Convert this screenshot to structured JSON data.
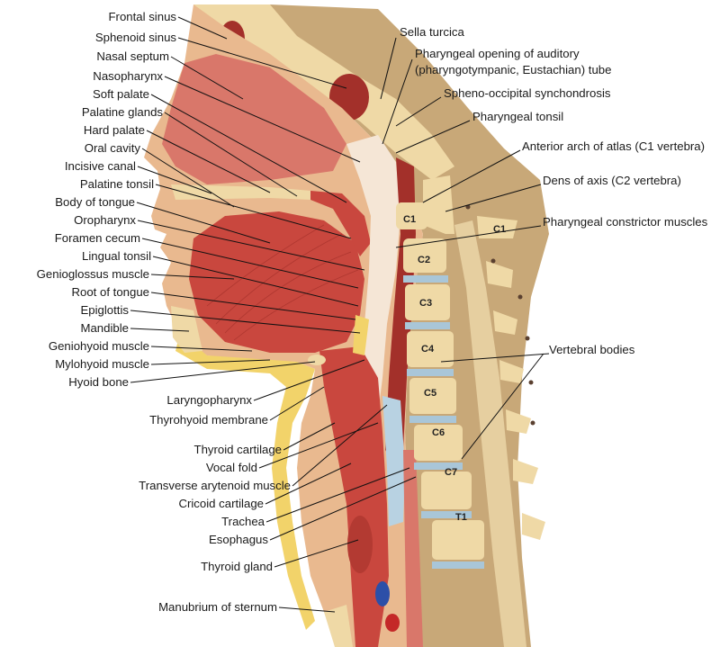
{
  "labels_left": [
    "Frontal sinus",
    "Sphenoid sinus",
    "Nasal septum",
    "Nasopharynx",
    "Soft palate",
    "Palatine glands",
    "Hard palate",
    "Oral cavity",
    "Incisive canal",
    "Palatine tonsil",
    "Body of tongue",
    "Oropharynx",
    "Foramen cecum",
    "Lingual tonsil",
    "Genioglossus muscle",
    "Root of tongue",
    "Epiglottis",
    "Mandible",
    "Geniohyoid muscle",
    "Mylohyoid muscle",
    "Hyoid bone"
  ],
  "labels_lower": [
    "Laryngopharynx",
    "Thyrohyoid membrane",
    "Thyroid cartilage",
    "Vocal fold",
    "Transverse arytenoid muscle",
    "Cricoid cartilage",
    "Trachea",
    "Esophagus",
    "Thyroid gland",
    "Manubrium of sternum"
  ],
  "labels_right": [
    "Sella turcica",
    "Pharyngeal opening of auditory",
    "(pharyngotympanic, Eustachian) tube",
    "Spheno-occipital synchondrosis",
    "Pharyngeal tonsil",
    "Anterior arch of atlas (C1 vertebra)",
    "Dens of axis (C2 vertebra)",
    "Pharyngeal constrictor muscles",
    "Vertebral bodies"
  ],
  "vertebra_labels": [
    "C1",
    "C1",
    "C2",
    "C3",
    "C4",
    "C5",
    "C6",
    "C7",
    "T1"
  ],
  "colors": {
    "skin": "#e9b98f",
    "fat": "#f2d36a",
    "muscle": "#c9473e",
    "muscle_dark": "#a3302a",
    "mucosa": "#d9776a",
    "bone": "#efd9a6",
    "disc": "#a9c6d8",
    "cartilage": "#b8d2e2",
    "brain_area": "#c8a878",
    "vessel_blue": "#2c4fa8",
    "vessel_red": "#c42828"
  }
}
